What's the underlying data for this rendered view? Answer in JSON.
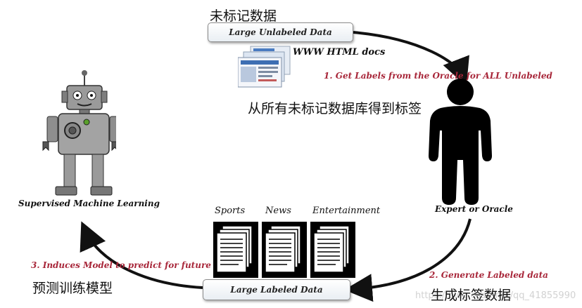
{
  "top": {
    "cn_label": "未标记数据",
    "box_label": "Large Unlabeled Data",
    "docs_label": "WWW HTML docs"
  },
  "step1": {
    "label": "1. Get Labels from the Oracle for ALL Unlabeled",
    "cn_label": "从所有未标记数据库得到标签"
  },
  "oracle": {
    "label": "Expert or Oracle"
  },
  "step2": {
    "label": "2. Generate Labeled data",
    "cn_label": "生成标签数据"
  },
  "bottom": {
    "box_label": "Large Labeled Data",
    "categories": [
      "Sports",
      "News",
      "Entertainment"
    ]
  },
  "step3": {
    "label": "3. Induces Model to predict for future",
    "cn_label": "预测训练模型"
  },
  "robot": {
    "label": "Supervised Machine Learning"
  },
  "watermark": "https://blog.csdn.net/qq_41855990",
  "colors": {
    "step_text": "#a8273a",
    "arrow": "#111111"
  }
}
